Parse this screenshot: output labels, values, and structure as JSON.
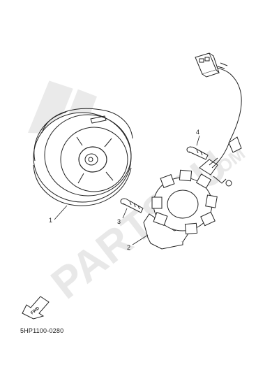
{
  "diagram": {
    "drawing_code": "5HP1100-0280",
    "fwd_label": "FWD",
    "callouts": [
      {
        "id": "1",
        "label": "1"
      },
      {
        "id": "2",
        "label": "2"
      },
      {
        "id": "3",
        "label": "3"
      },
      {
        "id": "4",
        "label": "4"
      }
    ],
    "watermark": {
      "text": "PARTSOU",
      "suffix": ".COM",
      "color": "#dcdcdc"
    }
  }
}
